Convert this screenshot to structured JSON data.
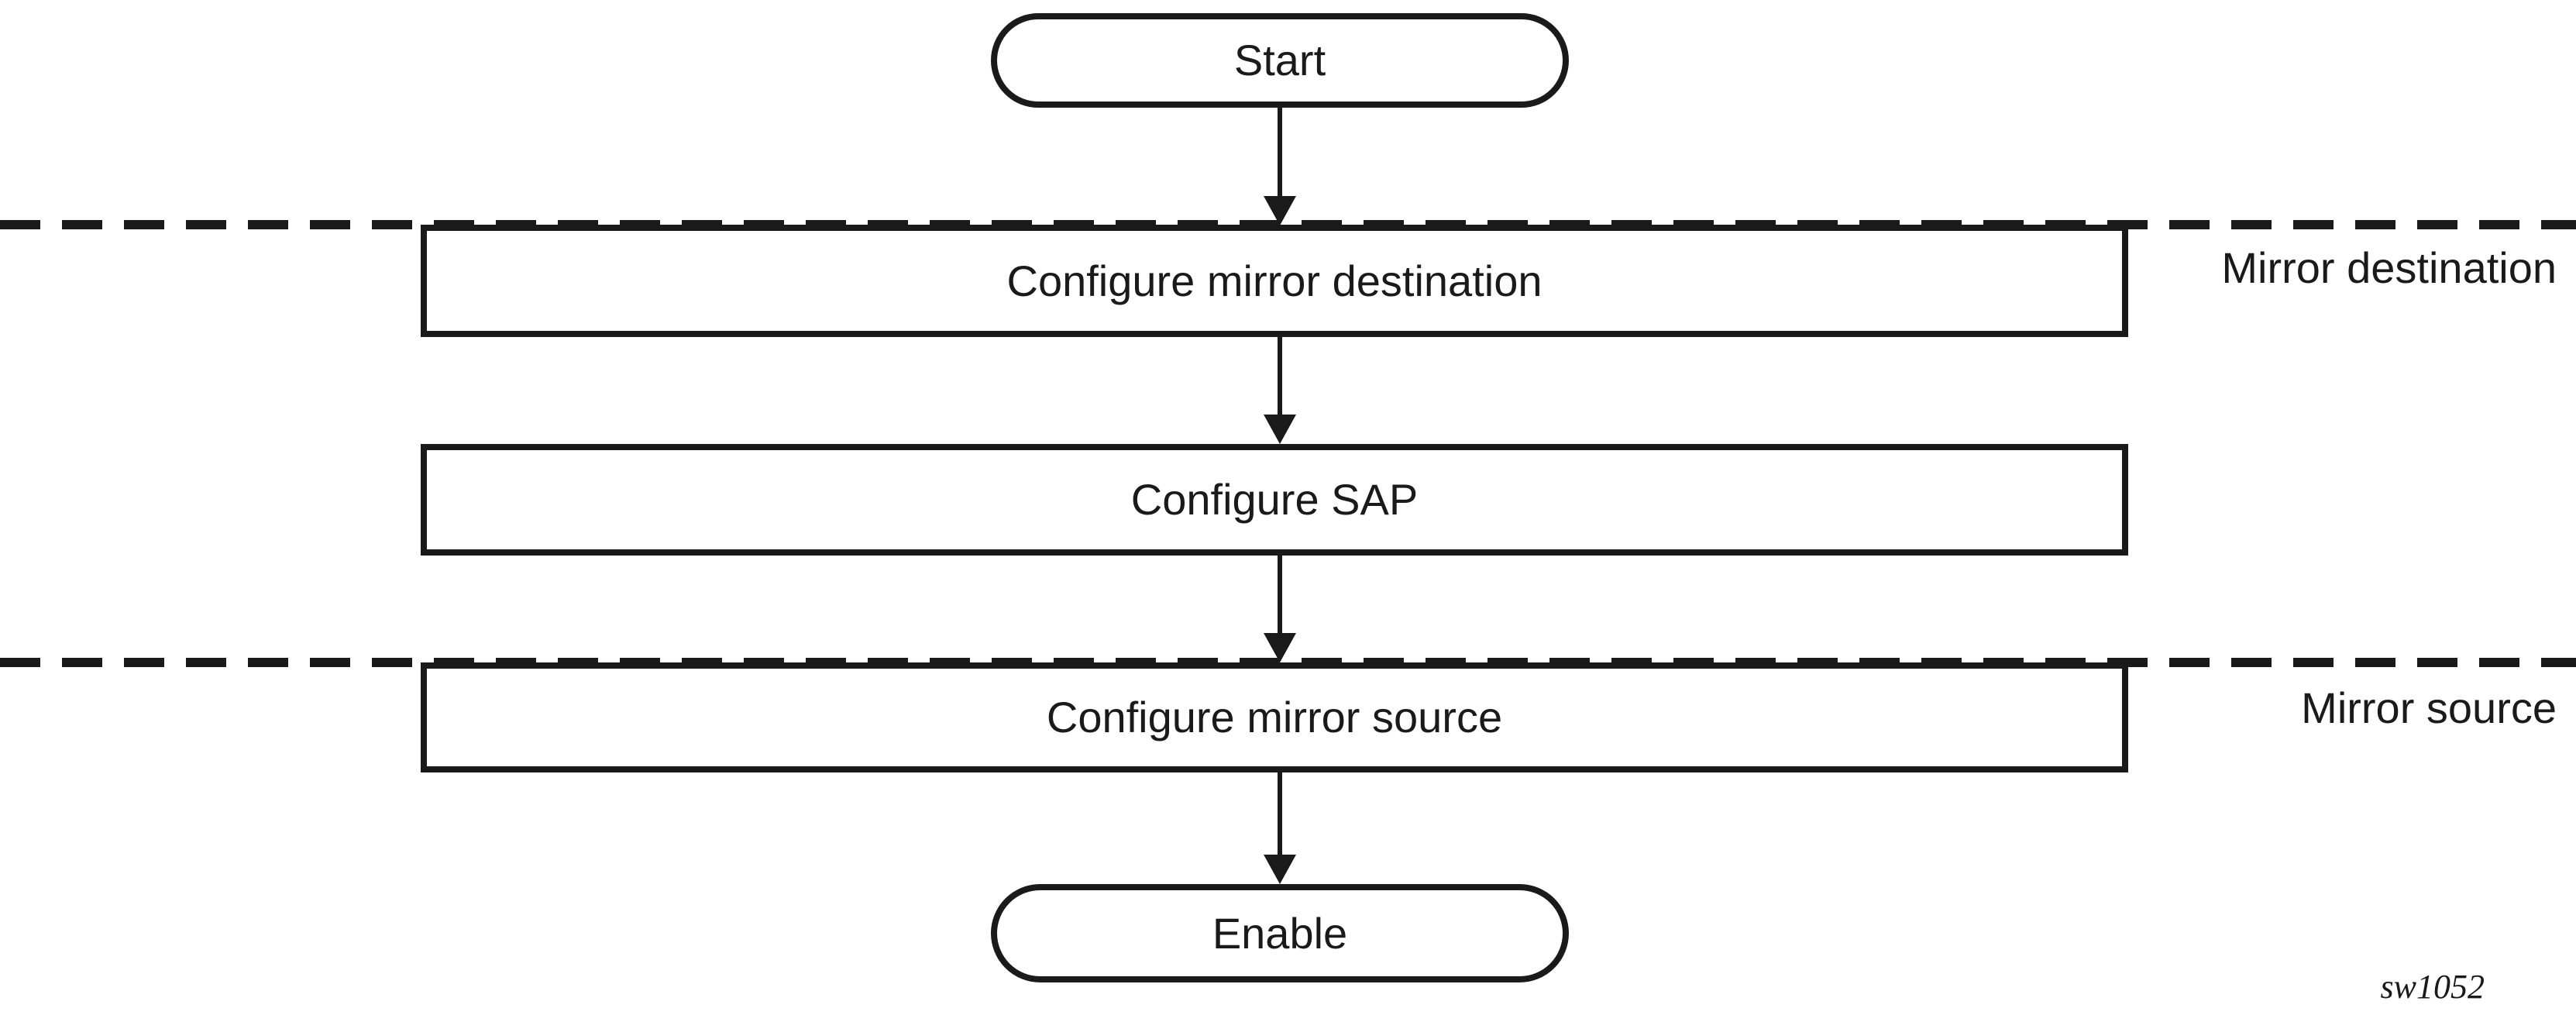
{
  "colors": {
    "stroke": "#1a1a1a",
    "background": "#ffffff"
  },
  "flow": {
    "start": {
      "label": "Start"
    },
    "steps": [
      {
        "label": "Configure mirror destination"
      },
      {
        "label": "Configure SAP"
      },
      {
        "label": "Configure mirror source"
      }
    ],
    "end": {
      "label": "Enable"
    }
  },
  "regions": [
    {
      "label": "Mirror destination"
    },
    {
      "label": "Mirror source"
    }
  ],
  "watermark": "sw1052"
}
